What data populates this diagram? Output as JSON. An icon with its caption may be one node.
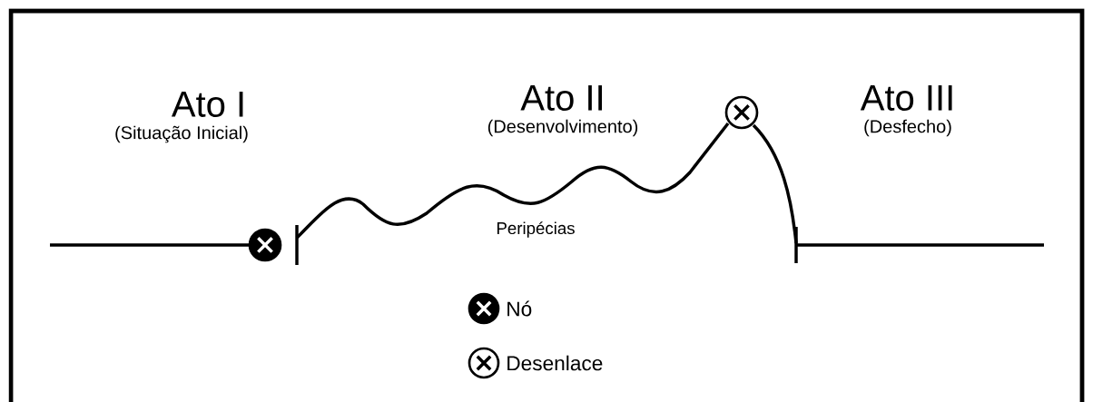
{
  "diagram": {
    "labels": [
      "Ato I",
      "(Situação Inicial)",
      "Ato II",
      "(Desenvolvimento)",
      "Ato III",
      "(Desfecho)",
      "Peripécias"
    ],
    "legend": [
      {
        "text": "Nó"
      },
      {
        "text": "Desenlace"
      }
    ]
  }
}
